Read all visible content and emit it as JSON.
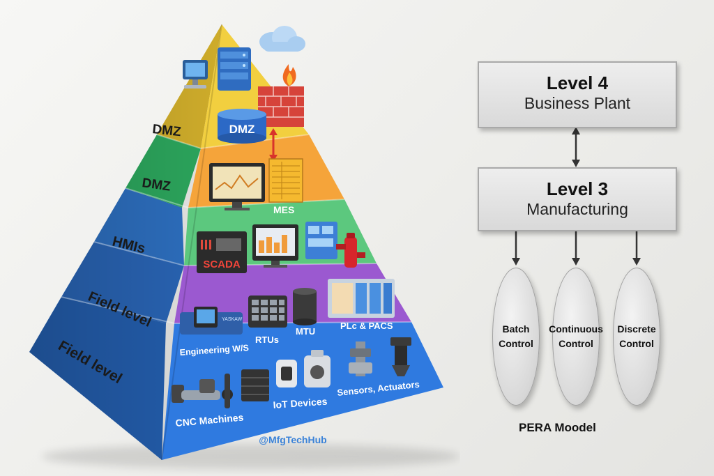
{
  "pyramid": {
    "left_labels": [
      "DMZ",
      "DMZ",
      "HMIs",
      "Field level",
      "Field level"
    ],
    "top_badge": "DMZ",
    "mes_label": "MES",
    "scada_label": "SCADA",
    "level_items": {
      "engineering": "Engineering W/S",
      "rtus": "RTUs",
      "mtu": "MTU",
      "plc": "PLc & PACS",
      "cnc": "CNC Machines",
      "iot": "IoT Devices",
      "sensors": "Sensors, Actuators"
    },
    "watermark": "@MfgTechHub",
    "colors": {
      "yellow": "#f2cf3f",
      "orange": "#f5a43a",
      "green": "#5cc87e",
      "blue_mid": "#3f8be0",
      "purple": "#9b59d0",
      "blue_bottom": "#2f7ae0"
    }
  },
  "pera": {
    "level4": {
      "title": "Level 4",
      "subtitle": "Business Plant"
    },
    "level3": {
      "title": "Level 3",
      "subtitle": "Manufacturing"
    },
    "controls": [
      {
        "line1": "Batch",
        "line2": "Control"
      },
      {
        "line1": "Continuous",
        "line2": "Control"
      },
      {
        "line1": "Discrete",
        "line2": "Control"
      }
    ],
    "model_title": "PERA Moodel"
  }
}
